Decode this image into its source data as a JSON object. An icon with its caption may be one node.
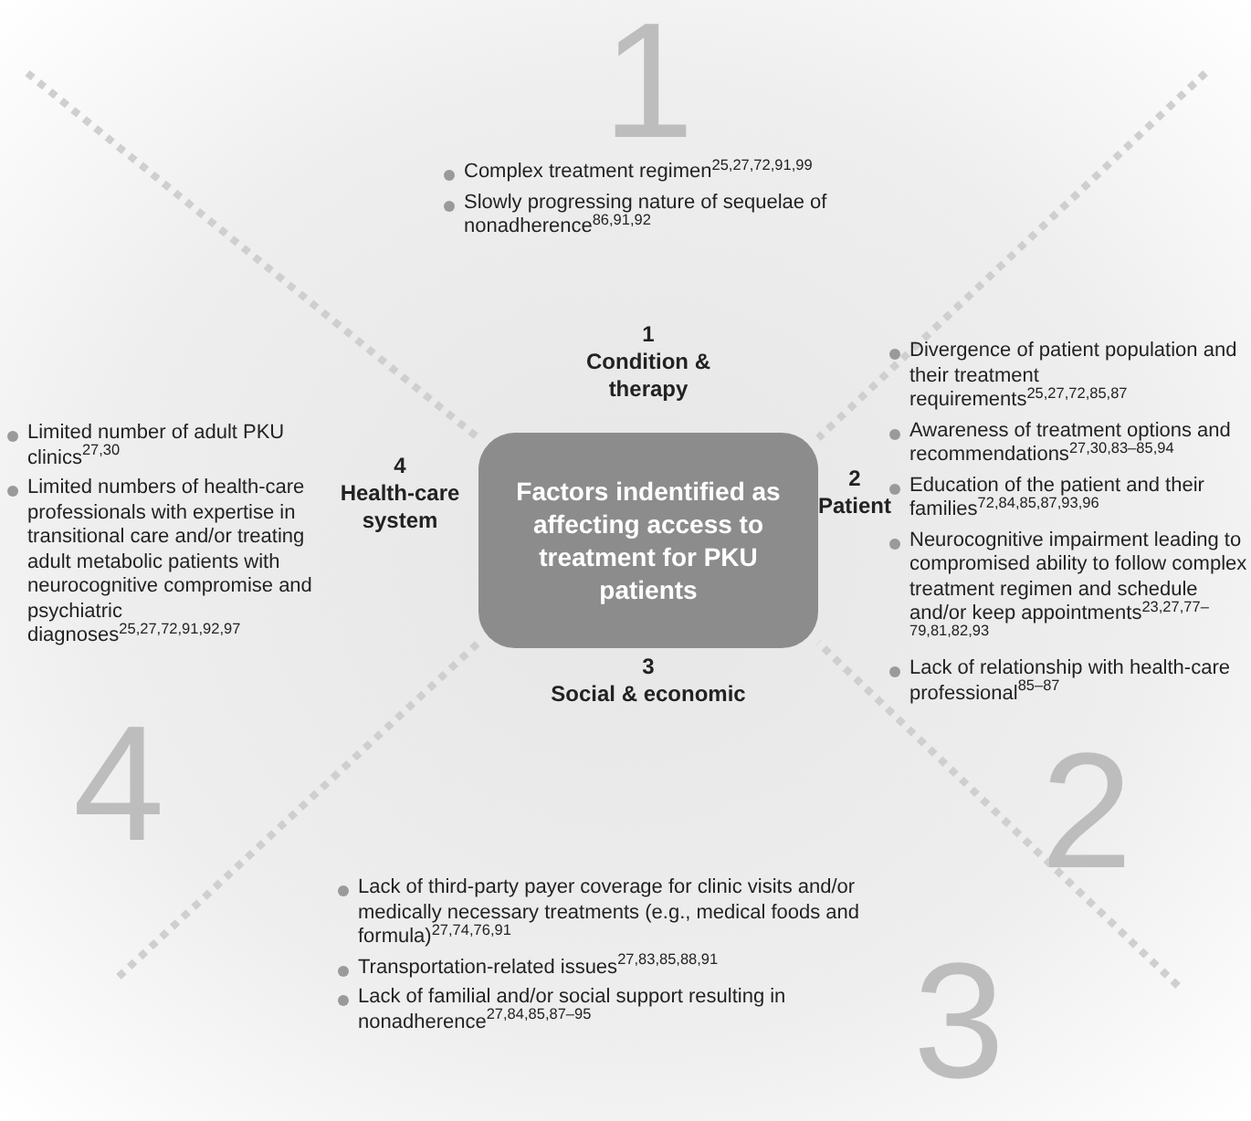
{
  "diagram": {
    "nodes": [
      {
        "text": [
          "Factors indentified as affecting access to treatment for PKU patients"
        ]
      }
    ],
    "labels": [
      "1",
      "Complex treatment regimen$^{25,27,72,91,99}$",
      "Slowly progressing nature of sequelae of nonadherence$^{86,91,92}$",
      "1",
      "Condition & therapy",
      "Divergence of patient population and their treatment requirements$^{25,27,72,85,87}$",
      "Awareness of treatment options and recommendations$^{27,30,83–85,94}$",
      "Education of the patient and their families$^{72,84,85,87,93,96}$",
      "Neurocognitive impairment leading to compromised ability to follow complex treatment regimen and schedule and/or keep appointments$^{23,27,77–79,81,82,93}$",
      "Lack of relationship with health-care professional$^{85–87}$",
      "Limited number of adult PKU clinics$^{27,30}$",
      "Limited numbers of health-care professionals with expertise in transitional care and/or treating adult metabolic patients with neurocognitive compromise and psychiatric diagnoses$^{25,27,72,91,92,97}$",
      "4",
      "Health-care system",
      "2",
      "Patient",
      "3",
      "Social & economic",
      "Lack of third-party payer coverage for clinic visits and/or medically necessary treatments (e.g., medical foods and formula)$^{27,74,76,91}$",
      "Transportation-related issues$^{27,83,85,88,91}$",
      "Lack of familial and/or social support resulting in nonadherence$^{27,84,85,87–95}$",
      "4",
      "2",
      "3"
    ]
  }
}
